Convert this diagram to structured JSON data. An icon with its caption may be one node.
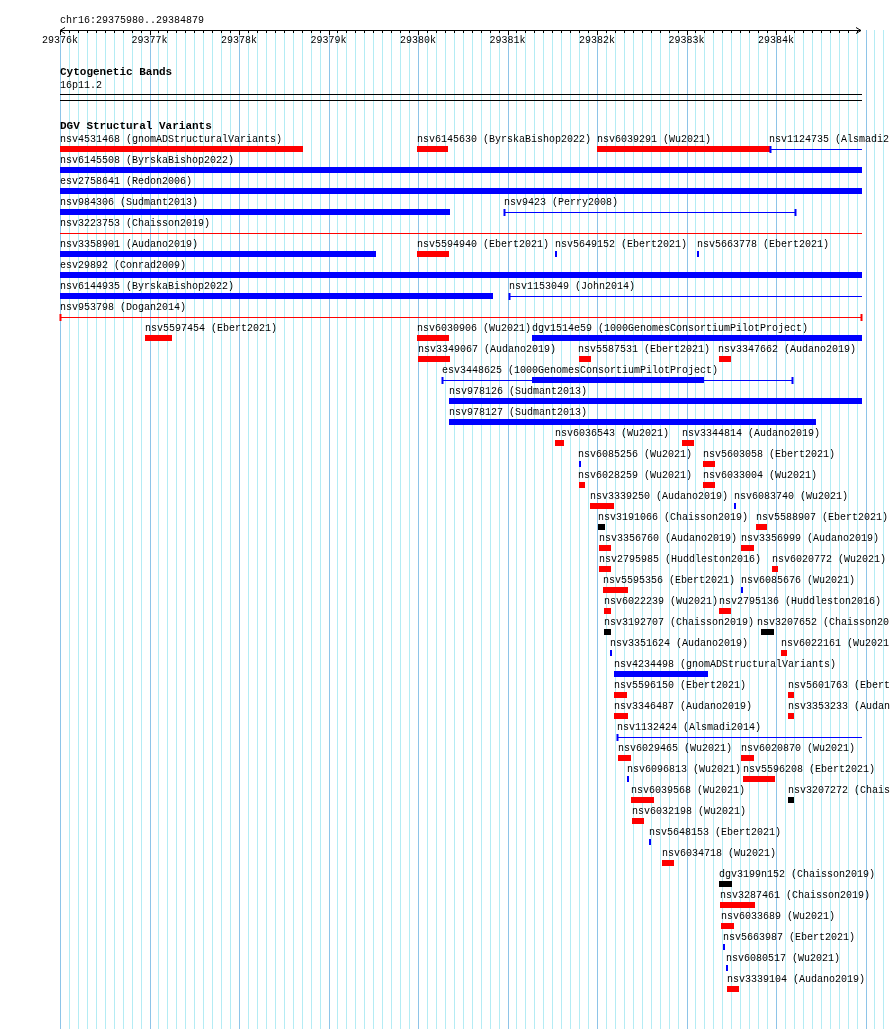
{
  "diagram": {
    "labels": [
      "chr16:29375980..29384879",
      "29376k",
      "29377k",
      "29378k",
      "29379k",
      "29380k",
      "29381k",
      "29382k",
      "29383k",
      "29384k",
      "Cytogenetic Bands",
      "16p11.2",
      "DGV Structural Variants",
      "nsv4531468 (gnomADStructuralVariants)",
      "nsv6145630 (ByrskaBishop2022)",
      "nsv6039291 (Wu2021)",
      "nsv1124735 (Alsmadi2",
      "nsv6145508 (ByrskaBishop2022)",
      "esv2758641 (Redon2006)",
      "nsv984306 (Sudmant2013)",
      "nsv9423 (Perry2008)",
      "nsv3223753 (Chaisson2019)",
      "nsv3358901 (Audano2019)",
      "nsv5594940 (Ebert2021)",
      "nsv5649152 (Ebert2021)",
      "nsv5663778 (Ebert2021)",
      "esv29892 (Conrad2009)",
      "nsv6144935 (ByrskaBishop2022)",
      "nsv1153049 (John2014)",
      "nsv953798 (Dogan2014)",
      "nsv5597454 (Ebert2021)",
      "nsv6030906 (Wu2021)",
      "dgv1514e59 (1000GenomesConsortiumPilotProject)",
      "nsv3349067 (Audano2019)",
      "nsv5587531 (Ebert2021)",
      "nsv3347662 (Audano2019)",
      "esv3448625 (1000GenomesConsortiumPilotProject)",
      "nsv978126 (Sudmant2013)",
      "nsv978127 (Sudmant2013)",
      "nsv6036543 (Wu2021)",
      "nsv3344814 (Audano2019)",
      "nsv6085256 (Wu2021)",
      "nsv5603058 (Ebert2021)",
      "nsv6028259 (Wu2021)",
      "nsv6033004 (Wu2021)",
      "nsv3339250 (Audano2019)",
      "nsv6083740 (Wu2021)",
      "nsv3191066 (Chaisson2019)",
      "nsv5588907 (Ebert2021)",
      "nsv3356760 (Audano2019)",
      "nsv3356999 (Audano2019)",
      "nsv2795985 (Huddleston2016)",
      "nsv6020772 (Wu2021)",
      "nsv5595356 (Ebert2021)",
      "nsv6085676 (Wu2021)",
      "nsv6022239 (Wu2021)",
      "nsv2795136 (Huddleston2016)",
      "nsv3192707 (Chaisson2019)",
      "nsv3207652 (Chaisson20",
      "nsv3351624 (Audano2019)",
      "nsv6022161 (Wu2021",
      "nsv4234498 (gnomADStructuralVariants)",
      "nsv5596150 (Ebert2021)",
      "nsv5601763 (Ebert",
      "nsv3346487 (Audano2019)",
      "nsv3353233 (Audan",
      "nsv1132424 (Alsmadi2014)",
      "nsv6029465 (Wu2021)",
      "nsv6020870 (Wu2021)",
      "nsv6096813 (Wu2021)",
      "nsv5596208 (Ebert2021)",
      "nsv6039568 (Wu2021)",
      "nsv3207272 (Chais",
      "nsv6032198 (Wu2021)",
      "nsv5648153 (Ebert2021)",
      "nsv6034718 (Wu2021)",
      "dgv3199n152 (Chaisson2019)",
      "nsv3287461 (Chaisson2019)",
      "nsv6033689 (Wu2021)",
      "nsv5663987 (Ebert2021)",
      "nsv6080517 (Wu2021)",
      "nsv3339104 (Audano2019)"
    ]
  }
}
